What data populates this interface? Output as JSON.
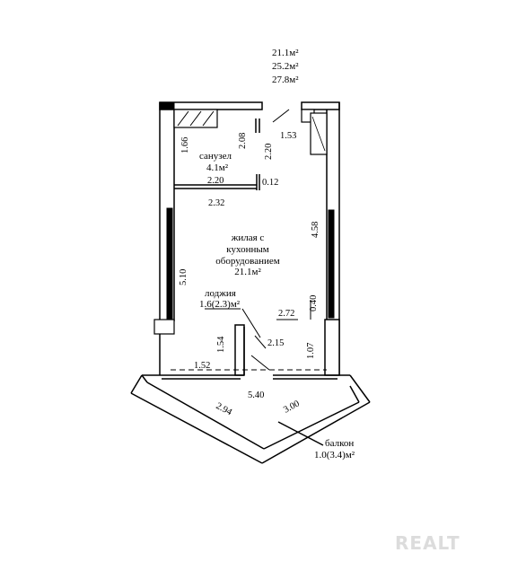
{
  "areas": {
    "living": "21.1м²",
    "total_no_coef": "25.2м²",
    "total": "27.8м²"
  },
  "rooms": {
    "bathroom_name": "санузел",
    "bathroom_area": "4.1м²",
    "living_line1": "жилая с",
    "living_line2": "кухонным",
    "living_line3": "оборудованием",
    "living_area": "21.1м²",
    "loggia_name": "лоджия",
    "loggia_area": "1.6(2.3)м²",
    "balcony_name": "балкон",
    "balcony_area": "1.0(3.4)м²"
  },
  "dims": {
    "d166": "1.66",
    "d208": "2.08",
    "d220v": "2.20",
    "d153": "1.53",
    "d220h": "2.20",
    "d012": "0.12",
    "d232": "2.32",
    "d458": "4.58",
    "d510": "5.10",
    "d040": "0.40",
    "d272": "2.72",
    "d154": "1.54",
    "d215": "2.15",
    "d107": "1.07",
    "d152": "1.52",
    "d540": "5.40",
    "d294": "2.94",
    "d300": "3.00"
  },
  "watermark": "REALT"
}
